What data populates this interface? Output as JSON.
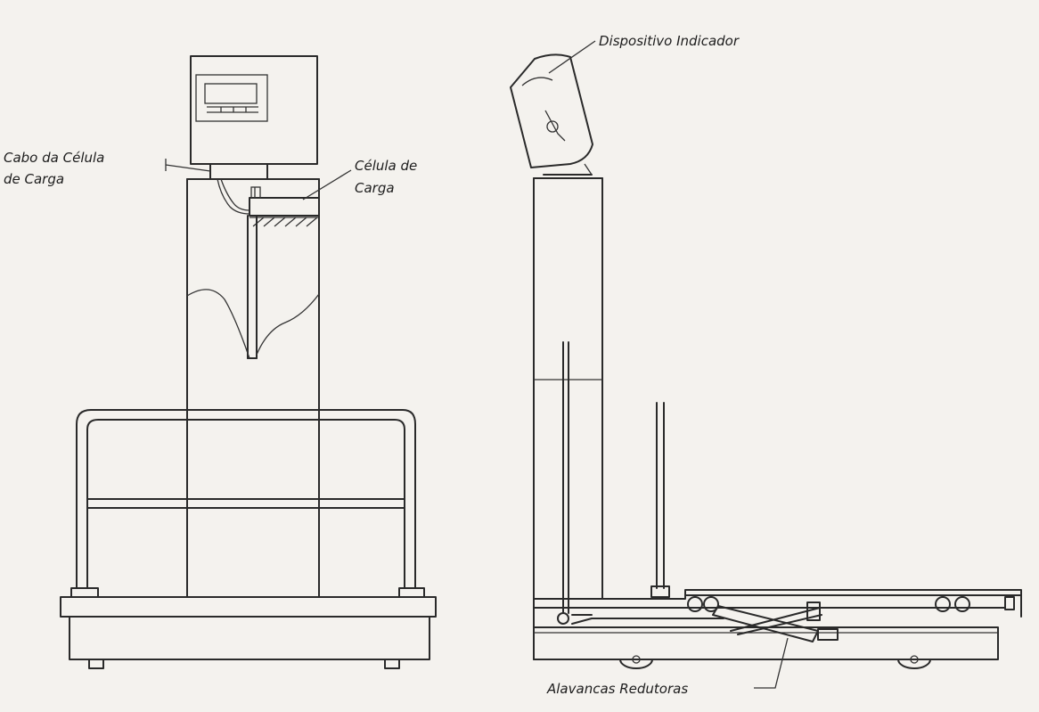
{
  "labels": {
    "cable_line1": "Cabo da Célula",
    "cable_line2": "de Carga",
    "cell_line1": "Célula de",
    "cell_line2": "Carga",
    "indicator": "Dispositivo Indicador",
    "levers": "Alavancas Redutoras"
  },
  "colors": {
    "paper": "#f4f2ee",
    "ink": "#2a2a2a"
  }
}
